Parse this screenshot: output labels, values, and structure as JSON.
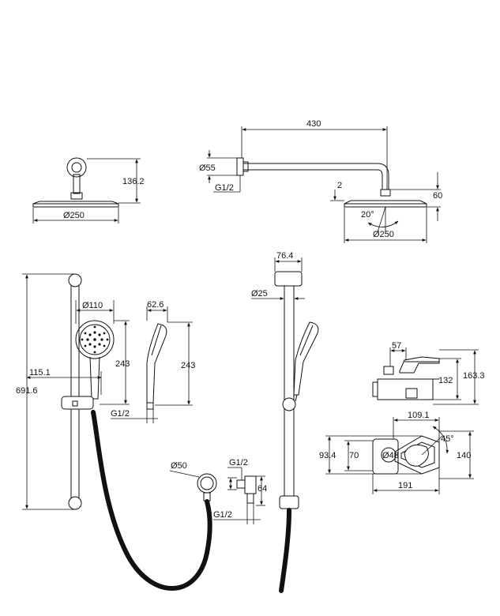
{
  "colors": {
    "line": "#111111",
    "background": "#ffffff"
  },
  "dims": {
    "d430": "430",
    "d55": "Ø55",
    "g12_top": "G1/2",
    "d2": "2",
    "d60": "60",
    "d20deg": "20°",
    "d250_right": "Ø250",
    "d136": "136.2",
    "d250_left": "Ø250",
    "d764": "76.4",
    "d25": "Ø25",
    "d110": "Ø110",
    "d626": "62.6",
    "d243a": "243",
    "d243b": "243",
    "d1151": "115.1",
    "d6916": "691.6",
    "g12_hand": "G1/2",
    "d57": "57",
    "d1633": "163.3",
    "d132": "132",
    "d1091": "109.1",
    "d45deg": "45°",
    "d934": "93.4",
    "d70": "70",
    "d43": "Ø43",
    "d140": "140",
    "d191": "191",
    "d50": "Ø50",
    "g12_elbow_top": "G1/2",
    "d64": "64",
    "g12_elbow_bottom": "G1/2"
  }
}
